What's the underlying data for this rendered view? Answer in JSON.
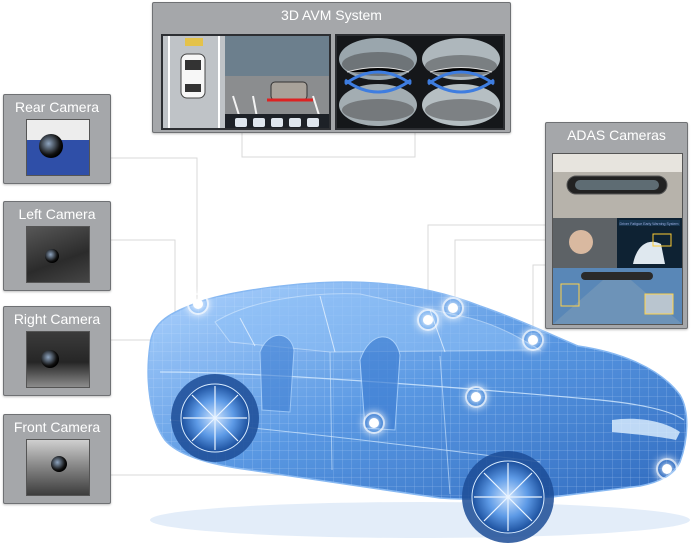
{
  "panels": {
    "avm_title": "3D AVM System",
    "adas_title": "ADAS Cameras",
    "rear_title": "Rear Camera",
    "left_title": "Left Camera",
    "right_title": "Right Camera",
    "front_title": "Front Camera"
  },
  "adas_screen_caption": "Driver Fatigue Early Warning System",
  "colors": {
    "panel_bg": "#a5a7aa",
    "panel_text": "#ffffff",
    "car_wire": "#5fa2e8",
    "car_glow": "#2f74d0",
    "connector": "#dddddd"
  },
  "icons": [
    "camera-lens-icon",
    "sensor-ring-icon"
  ]
}
